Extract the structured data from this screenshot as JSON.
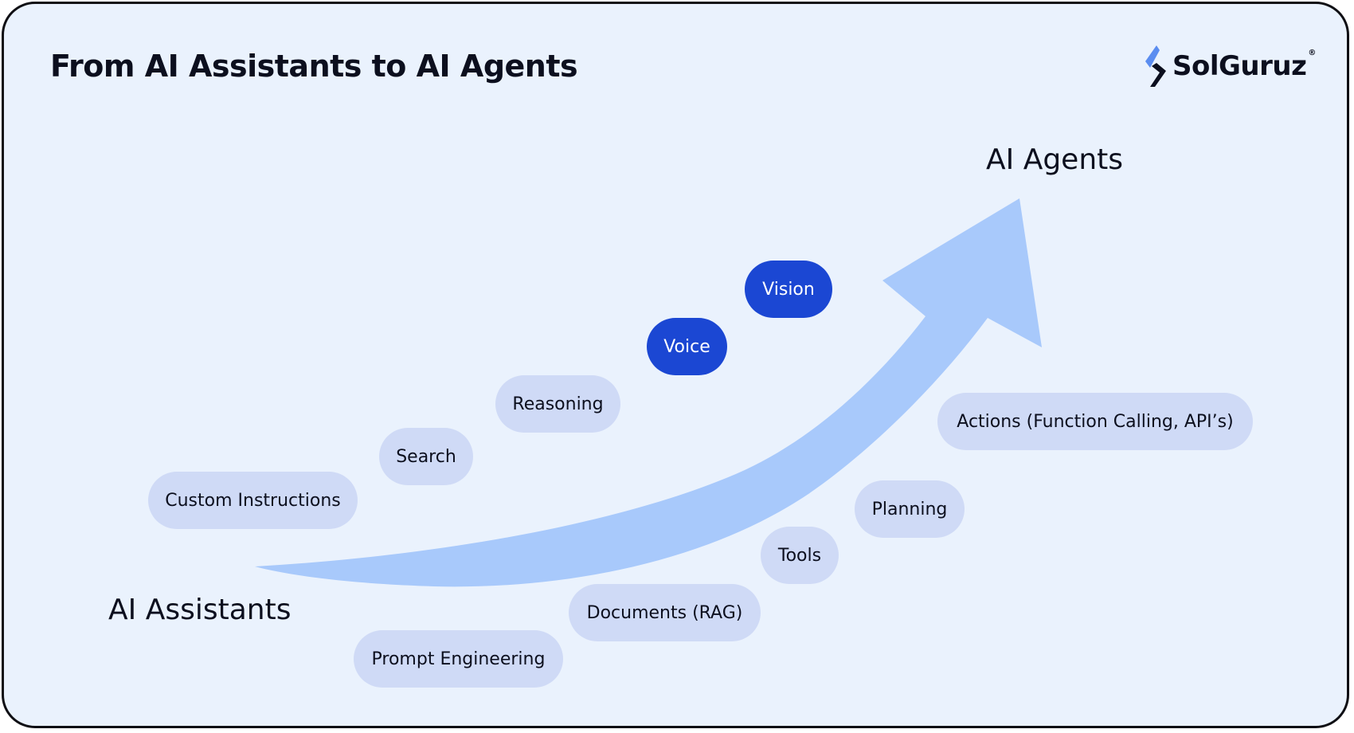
{
  "title": "From AI Assistants to AI Agents",
  "logo": {
    "name": "SolGuruz",
    "registered": "®"
  },
  "start_label": "AI Assistants",
  "end_label": "AI Agents",
  "capabilities_above": {
    "custom_instructions": "Custom Instructions",
    "search": "Search",
    "reasoning": "Reasoning",
    "voice": "Voice",
    "vision": "Vision"
  },
  "capabilities_below": {
    "prompt_engineering": "Prompt Engineering",
    "documents": "Documents (RAG)",
    "tools": "Tools",
    "planning": "Planning",
    "actions": "Actions (Function Calling, API’s)"
  },
  "colors": {
    "background": "#eaf2fd",
    "pill": "#cfdaf6",
    "pill_highlight": "#1b47d3",
    "arrow": "#a8c9fb",
    "logo_accent": "#5b8df0"
  }
}
